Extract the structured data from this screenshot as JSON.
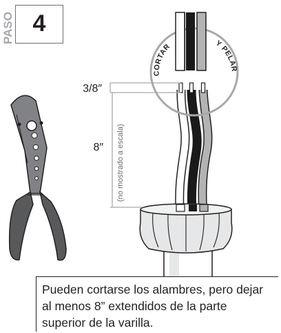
{
  "step": {
    "prefix": "PASO",
    "number": "4"
  },
  "labels": {
    "cut": "CORTAR",
    "strip": "Y PELAR",
    "strip_length": "3/8″",
    "wire_length": "8″",
    "not_to_scale": "(no mostrado a escala)"
  },
  "caption": "Pueden cortarse los alambres, pero dejar al menos 8” extendidos de la parte superior de la varilla.",
  "colors": {
    "wire_black": "#1a1a1a",
    "wire_white": "#ffffff",
    "wire_gray": "#b3b3b3",
    "outline": "#231f20",
    "circle": "#a7a9ac",
    "tool_gray": "#808285",
    "tool_dark": "#58595b"
  }
}
